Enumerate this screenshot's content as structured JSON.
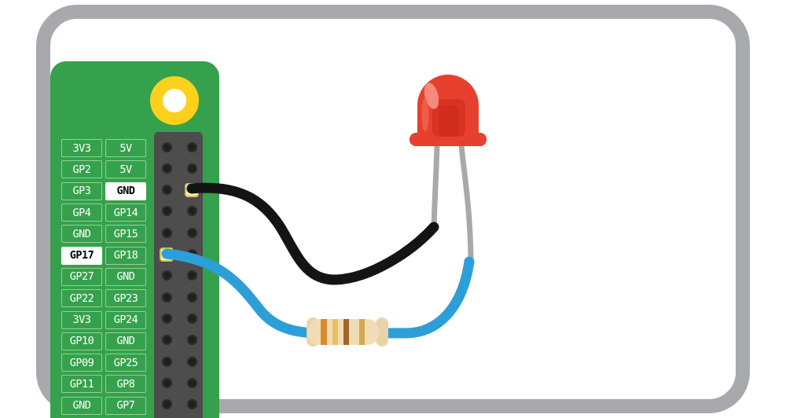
{
  "pins": {
    "rows": [
      {
        "left": "3V3",
        "right": "5V",
        "highlight": ""
      },
      {
        "left": "GP2",
        "right": "5V",
        "highlight": ""
      },
      {
        "left": "GP3",
        "right": "GND",
        "highlight": "right"
      },
      {
        "left": "GP4",
        "right": "GP14",
        "highlight": ""
      },
      {
        "left": "GND",
        "right": "GP15",
        "highlight": ""
      },
      {
        "left": "GP17",
        "right": "GP18",
        "highlight": "left"
      },
      {
        "left": "GP27",
        "right": "GND",
        "highlight": ""
      },
      {
        "left": "GP22",
        "right": "GP23",
        "highlight": ""
      },
      {
        "left": "3V3",
        "right": "GP24",
        "highlight": ""
      },
      {
        "left": "GP10",
        "right": "GND",
        "highlight": ""
      },
      {
        "left": "GP09",
        "right": "GP25",
        "highlight": ""
      },
      {
        "left": "GP11",
        "right": "GP8",
        "highlight": ""
      },
      {
        "left": "GND",
        "right": "GP7",
        "highlight": ""
      }
    ],
    "connected_left": "GP17",
    "connected_right": "GND"
  },
  "colors": {
    "frame_gray": "#a7a9ac",
    "board_green": "#36a14c",
    "label_border_green": "#8fd19a",
    "header_gray": "#4d4d4d",
    "pin_dot_dark": "#1f1f1f",
    "mount_ring_yellow": "#fcd11b",
    "pad_yellow": "#f5f0a2",
    "wire_black": "#141414",
    "wire_blue": "#2d9fd8",
    "lead_gray": "#a9a9a9",
    "led_red": "#e8402f",
    "led_red_dark": "#d5311f",
    "led_highlight": "#f6897a",
    "resistor_body": "#f1dcb6",
    "resistor_band_1": "#d98a2e",
    "resistor_band_2": "#e9c063",
    "resistor_band_3": "#a4622d",
    "resistor_band_4": "#d2a94f"
  }
}
